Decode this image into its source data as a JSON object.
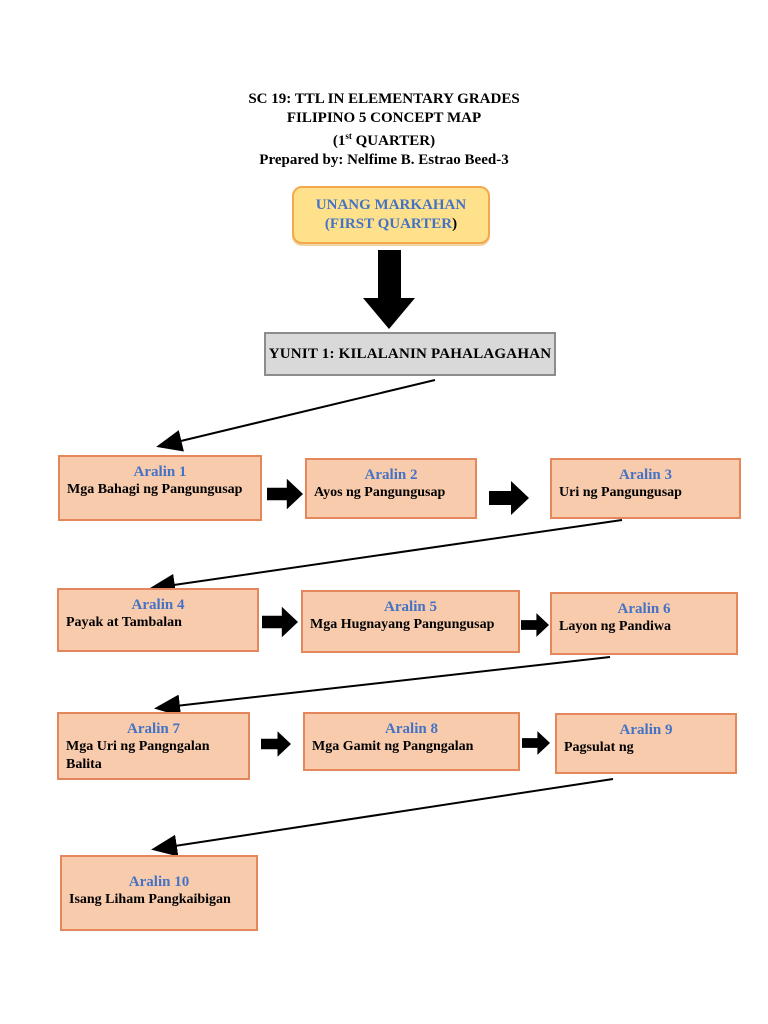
{
  "document": {
    "title_line1": "SC 19: TTL IN ELEMENTARY GRADES",
    "title_line2": "FILIPINO 5 CONCEPT MAP",
    "title_line3_pre": "(1",
    "title_line3_sup": "st",
    "title_line3_post": " QUARTER)",
    "title_line4": "Prepared by: Nelfime B. Estrao Beed-3"
  },
  "start_node": {
    "line1": "UNANG MARKAHAN",
    "line2": "(FIRST QUARTER",
    "line2_close": ")"
  },
  "unit_node": {
    "label": "YUNIT 1: KILALANIN PAHALAGAHAN"
  },
  "lessons": [
    {
      "title": "Aralin 1",
      "subtitle": "Mga Bahagi ng Pangungusap"
    },
    {
      "title": "Aralin 2",
      "subtitle": "Ayos ng Pangungusap"
    },
    {
      "title": "Aralin 3",
      "subtitle": "Uri ng Pangungusap"
    },
    {
      "title": "Aralin 4",
      "subtitle": "Payak at Tambalan"
    },
    {
      "title": "Aralin 5",
      "subtitle": "Mga Hugnayang Pangungusap"
    },
    {
      "title": "Aralin 6",
      "subtitle": "Layon ng Pandiwa"
    },
    {
      "title": "Aralin 7",
      "subtitle": "Mga Uri ng Pangngalan Balita"
    },
    {
      "title": "Aralin 8",
      "subtitle": "Mga Gamit ng Pangngalan"
    },
    {
      "title": "Aralin 9",
      "subtitle": "Pagsulat ng"
    },
    {
      "title": "Aralin 10",
      "subtitle": "Isang Liham Pangkaibigan"
    }
  ],
  "colors": {
    "accent-blue": "#4472C4",
    "lesson-fill": "#F8CBAD",
    "lesson-border": "#E4875C",
    "start-fill": "#FFE18C",
    "start-border": "#F3A84B",
    "unit-fill": "#D9D9D9",
    "unit-border": "#8C8C8C",
    "arrow-black": "#000000"
  }
}
